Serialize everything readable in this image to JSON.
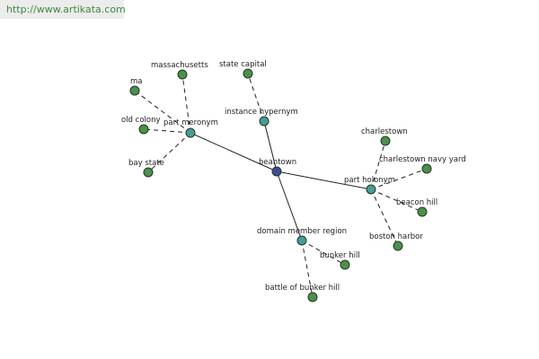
{
  "header": {
    "url": "http://www.artikata.com"
  },
  "graph": {
    "colors": {
      "center": "#3d4c9a",
      "relation": "#4a9a9a",
      "leaf": "#4d8f4d"
    },
    "nodes": [
      {
        "id": "beantown",
        "label": "beantown",
        "kind": "center"
      },
      {
        "id": "instance_hypernym",
        "label": "instance hypernym",
        "kind": "relation"
      },
      {
        "id": "part_meronym",
        "label": "part meronym",
        "kind": "relation"
      },
      {
        "id": "part_holonym",
        "label": "part holonym",
        "kind": "relation"
      },
      {
        "id": "domain_member_region",
        "label": "domain member region",
        "kind": "relation"
      },
      {
        "id": "state_capital",
        "label": "state capital",
        "kind": "leaf"
      },
      {
        "id": "massachusetts",
        "label": "massachusetts",
        "kind": "leaf"
      },
      {
        "id": "ma",
        "label": "ma",
        "kind": "leaf"
      },
      {
        "id": "old_colony",
        "label": "old colony",
        "kind": "leaf"
      },
      {
        "id": "bay_state",
        "label": "bay state",
        "kind": "leaf"
      },
      {
        "id": "charlestown",
        "label": "charlestown",
        "kind": "leaf"
      },
      {
        "id": "charlestown_navy_yard",
        "label": "charlestown navy yard",
        "kind": "leaf"
      },
      {
        "id": "beacon_hill",
        "label": "beacon hill",
        "kind": "leaf"
      },
      {
        "id": "boston_harbor",
        "label": "boston harbor",
        "kind": "leaf"
      },
      {
        "id": "bunker_hill",
        "label": "bunker hill",
        "kind": "leaf"
      },
      {
        "id": "battle_of_bunker_hill",
        "label": "battle of bunker hill",
        "kind": "leaf"
      }
    ],
    "edges": [
      {
        "from": "beantown",
        "to": "instance_hypernym",
        "style": "solid"
      },
      {
        "from": "beantown",
        "to": "part_meronym",
        "style": "solid"
      },
      {
        "from": "beantown",
        "to": "part_holonym",
        "style": "solid"
      },
      {
        "from": "beantown",
        "to": "domain_member_region",
        "style": "solid"
      },
      {
        "from": "instance_hypernym",
        "to": "state_capital",
        "style": "dashed"
      },
      {
        "from": "part_meronym",
        "to": "massachusetts",
        "style": "dashed"
      },
      {
        "from": "part_meronym",
        "to": "ma",
        "style": "dashed"
      },
      {
        "from": "part_meronym",
        "to": "old_colony",
        "style": "dashed"
      },
      {
        "from": "part_meronym",
        "to": "bay_state",
        "style": "dashed"
      },
      {
        "from": "part_holonym",
        "to": "charlestown",
        "style": "dashed"
      },
      {
        "from": "part_holonym",
        "to": "charlestown_navy_yard",
        "style": "dashed"
      },
      {
        "from": "part_holonym",
        "to": "beacon_hill",
        "style": "dashed"
      },
      {
        "from": "part_holonym",
        "to": "boston_harbor",
        "style": "dashed"
      },
      {
        "from": "domain_member_region",
        "to": "bunker_hill",
        "style": "dashed"
      },
      {
        "from": "domain_member_region",
        "to": "battle_of_bunker_hill",
        "style": "dashed"
      }
    ]
  }
}
